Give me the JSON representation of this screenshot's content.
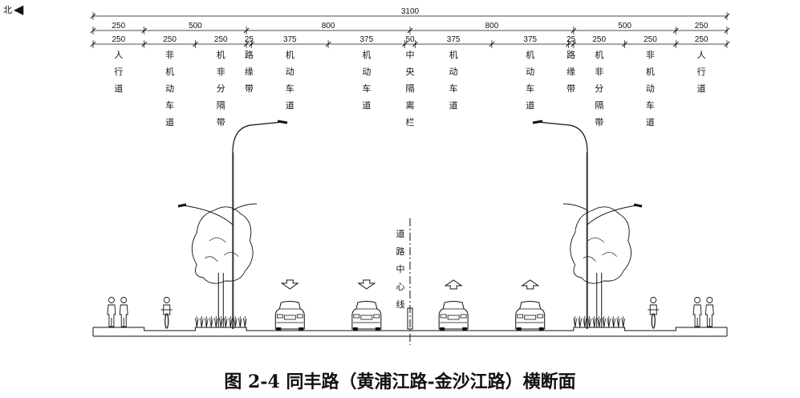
{
  "north": {
    "label": "北",
    "icon": "left-arrow-icon"
  },
  "total_width": "3100",
  "groups": [
    {
      "label": "250",
      "from": 0,
      "to": 250
    },
    {
      "label": "500",
      "from": 250,
      "to": 750
    },
    {
      "label": "800",
      "from": 750,
      "to": 1550
    },
    {
      "label": "800",
      "from": 1550,
      "to": 2350
    },
    {
      "label": "500",
      "from": 2350,
      "to": 2850
    },
    {
      "label": "250",
      "from": 2850,
      "to": 3100
    }
  ],
  "lanes": [
    {
      "width": "250",
      "from": 0,
      "to": 250,
      "name": "人行道"
    },
    {
      "width": "250",
      "from": 250,
      "to": 500,
      "name": "非机动车道"
    },
    {
      "width": "250",
      "from": 500,
      "to": 750,
      "name": "机非分隔带"
    },
    {
      "width": "25",
      "from": 750,
      "to": 775,
      "name": "路缘带"
    },
    {
      "width": "375",
      "from": 775,
      "to": 1150,
      "name": "机动车道"
    },
    {
      "width": "375",
      "from": 1150,
      "to": 1525,
      "name": "机动车道"
    },
    {
      "width": "50",
      "from": 1525,
      "to": 1575,
      "name": "中央隔离栏"
    },
    {
      "width": "375",
      "from": 1575,
      "to": 1950,
      "name": "机动车道"
    },
    {
      "width": "375",
      "from": 1950,
      "to": 2325,
      "name": "机动车道"
    },
    {
      "width": "25",
      "from": 2325,
      "to": 2350,
      "name": "路缘带"
    },
    {
      "width": "250",
      "from": 2350,
      "to": 2600,
      "name": "机非分隔带"
    },
    {
      "width": "250",
      "from": 2600,
      "to": 2850,
      "name": "非机动车道"
    },
    {
      "width": "250",
      "from": 2850,
      "to": 3100,
      "name": "人行道"
    }
  ],
  "centerline_label": "道路中心线",
  "lane_arrows": [
    "down",
    "down",
    "up",
    "up"
  ],
  "caption": "图 2-4  同丰路（黄浦江路-金沙江路）横断面"
}
